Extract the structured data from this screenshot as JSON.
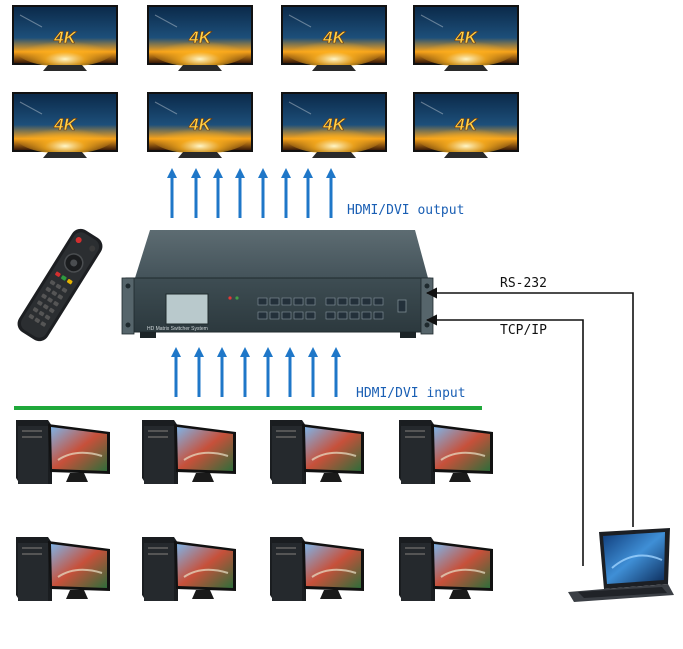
{
  "labels": {
    "output": "HDMI/DVI output",
    "input": "HDMI/DVI input",
    "rs232": "RS-232",
    "tcpip": "TCP/IP"
  },
  "tv": {
    "badge": "4K"
  },
  "switcher": {
    "panel_title": "HD Matrix Switcher System"
  },
  "colors": {
    "arrow": "#1f77c8",
    "input_bus": "#1fa83a",
    "control_line": "#111111",
    "chassis": "#3f4e55",
    "lcd": "#b9c9cc"
  },
  "icons": {
    "display": "4k-tv-icon",
    "source": "desktop-pc-icon",
    "control": "laptop-icon",
    "remote": "remote-control-icon"
  }
}
